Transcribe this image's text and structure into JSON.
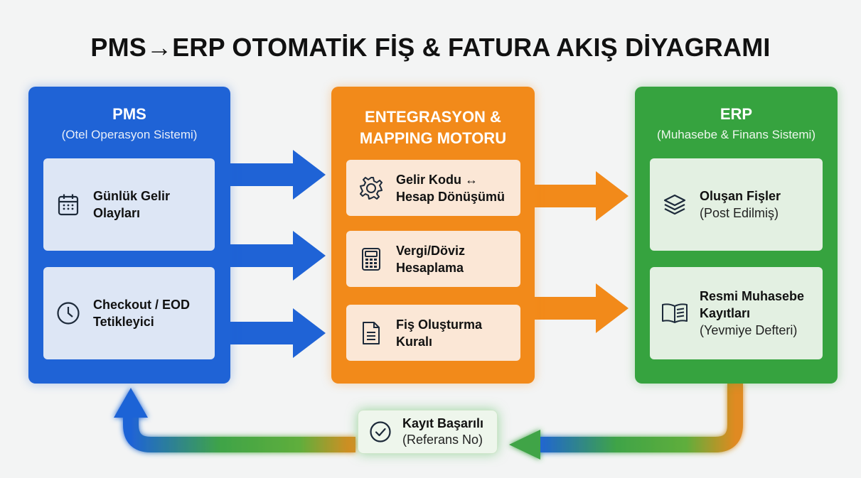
{
  "title": "PMS→ERP OTOMATİK FİŞ & FATURA AKIŞ DİYAGRAMI",
  "pms": {
    "title": "PMS",
    "subtitle": "(Otel Operasyon Sistemi)",
    "color": "#1f63d6",
    "cards": [
      {
        "line1": "Günlük Gelir",
        "line2": "Olayları",
        "icon": "calendar-icon"
      },
      {
        "line1": "Checkout / EOD",
        "line2": "Tetikleyici",
        "icon": "clock-icon"
      }
    ]
  },
  "engine": {
    "title_line1": "ENTEGRASYON &",
    "title_line2": "MAPPING MOTORU",
    "color": "#f28a1a",
    "cards": [
      {
        "line1": "Gelir Kodu ↔",
        "line2": "Hesap Dönüşümü",
        "icon": "gear-icon"
      },
      {
        "line1": "Vergi/Döviz",
        "line2": "Hesaplama",
        "icon": "calculator-icon"
      },
      {
        "line1": "Fiş Oluşturma",
        "line2": "Kuralı",
        "icon": "document-icon"
      }
    ]
  },
  "erp": {
    "title": "ERP",
    "subtitle": "(Muhasebe & Finans Sistemi)",
    "color": "#36a33f",
    "cards": [
      {
        "line1": "Oluşan Fişler",
        "line2": "(Post Edilmiş)",
        "icon": "layers-icon"
      },
      {
        "line1": "Resmi Muhasebe",
        "line2": "Kayıtları",
        "line3": "(Yevmiye Defteri)",
        "icon": "book-icon"
      }
    ]
  },
  "feedback": {
    "line1": "Kayıt Başarılı",
    "line2": "(Referans No)",
    "icon": "check-circle-icon"
  }
}
